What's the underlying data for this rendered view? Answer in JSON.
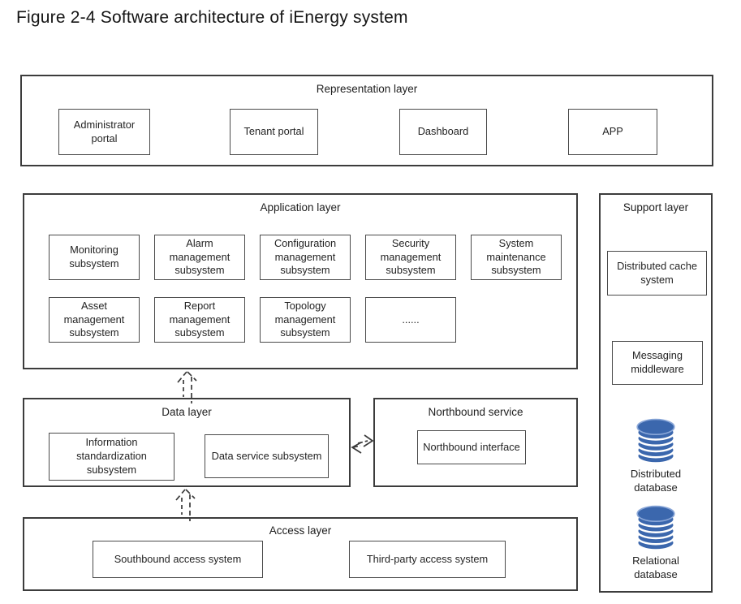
{
  "title": "Figure 2-4 Software architecture of iEnergy system",
  "colors": {
    "database_blue": "#3b67ad",
    "box_border": "#3c3c3c"
  },
  "layers": {
    "representation": {
      "title": "Representation layer",
      "items": [
        "Administrator portal",
        "Tenant portal",
        "Dashboard",
        "APP"
      ]
    },
    "application": {
      "title": "Application layer",
      "row1": [
        "Monitoring subsystem",
        "Alarm management subsystem",
        "Configuration management subsystem",
        "Security management subsystem",
        "System maintenance subsystem"
      ],
      "row2": [
        "Asset management subsystem",
        "Report management subsystem",
        "Topology management subsystem",
        "......"
      ]
    },
    "support": {
      "title": "Support layer",
      "boxes": [
        "Distributed cache system",
        "Messaging middleware"
      ],
      "databases": [
        "Distributed database",
        "Relational database"
      ]
    },
    "data": {
      "title": "Data layer",
      "items": [
        "Information standardization subsystem",
        "Data service subsystem"
      ]
    },
    "northbound": {
      "title": "Northbound service",
      "items": [
        "Northbound interface"
      ]
    },
    "access": {
      "title": "Access layer",
      "items": [
        "Southbound access system",
        "Third-party access system"
      ]
    }
  },
  "connections": [
    {
      "from": "Data layer",
      "to": "Application layer",
      "style": "dashed-arrow",
      "direction": "up"
    },
    {
      "from": "Access layer",
      "to": "Data layer",
      "style": "dashed-arrow",
      "direction": "up"
    },
    {
      "from": "Data layer",
      "to": "Northbound service",
      "style": "dashed-arrow",
      "direction": "both"
    }
  ]
}
